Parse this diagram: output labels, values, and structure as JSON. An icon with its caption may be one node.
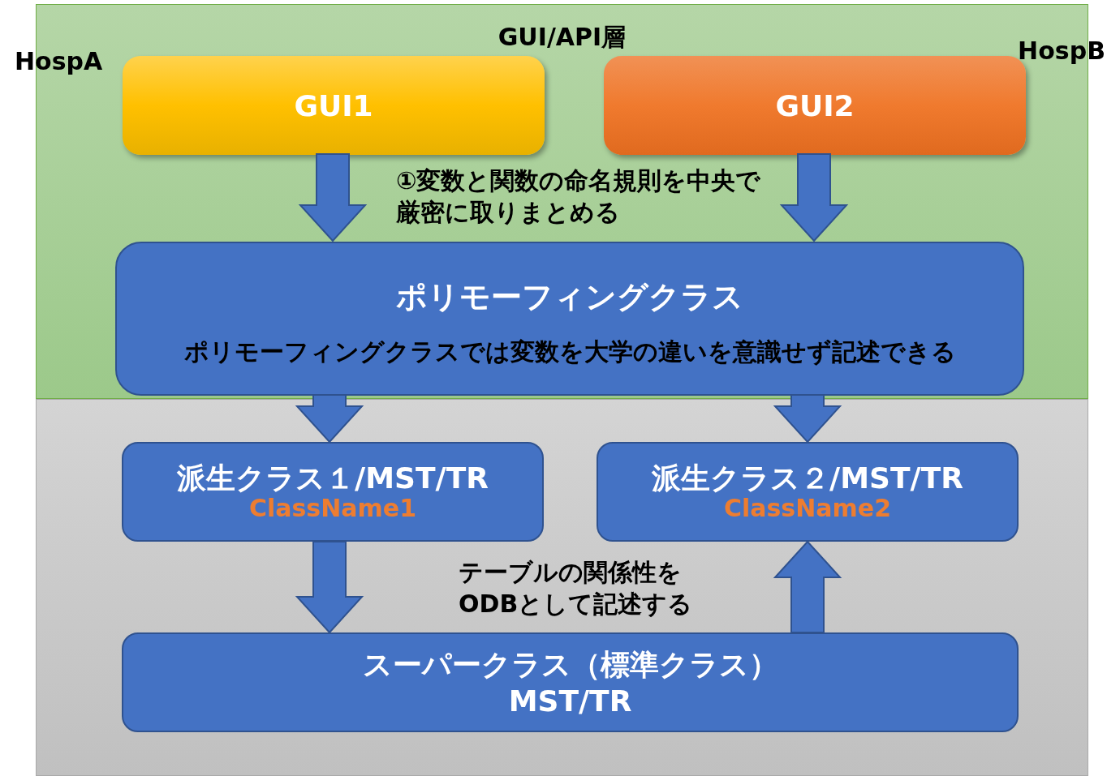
{
  "diagram": {
    "nodes": [
      {
        "text": [
          "GUI/API層"
        ]
      },
      {
        "text": [
          "GUI1"
        ],
        "in": 0,
        "beside": [
          "HospA"
        ]
      },
      {
        "text": [
          "GUI2"
        ],
        "in": 0,
        "beside": [
          "HospB"
        ]
      },
      {
        "text": [
          "ポリモーフィングクラス",
          "ポリモーフィングクラスでは変数を大学の違いを意識せず記述できる"
        ],
        "in": 0
      },
      {
        "text": [
          "派生クラス１/MST/TR",
          "ClassName1"
        ]
      },
      {
        "text": [
          "派生クラス２/MST/TR",
          "ClassName2"
        ]
      },
      {
        "text": [
          "スーパークラス（標準クラス）",
          "MST/TR"
        ]
      }
    ],
    "edges": [
      {
        "from": 1,
        "to": 3,
        "arrow": "to"
      },
      {
        "from": 2,
        "to": 3,
        "arrow": "to"
      },
      {
        "from": 3,
        "to": 4,
        "arrow": "to"
      },
      {
        "from": 3,
        "to": 5,
        "arrow": "to"
      },
      {
        "from": 4,
        "to": 6,
        "arrow": "to"
      },
      {
        "from": 6,
        "to": 5,
        "arrow": "to"
      }
    ],
    "labels": [
      "①変数と関数の命名規則を中央で厳密に取りまとめる",
      "テーブルの関係性をODBとして記述する"
    ]
  }
}
